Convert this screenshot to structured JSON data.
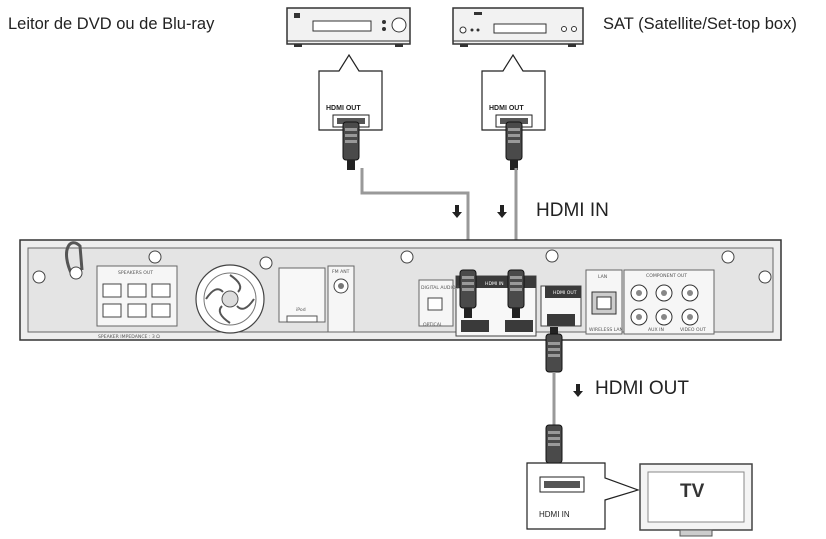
{
  "labels": {
    "source1": "Leitor de DVD ou de Blu-ray",
    "source2": "SAT (Satellite/Set-top box)",
    "callout1": "HDMI OUT",
    "callout2": "HDMI OUT",
    "hdmi_in": "HDMI IN",
    "hdmi_out": "HDMI OUT",
    "tv_callout": "HDMI  IN",
    "tv": "TV"
  },
  "panel": {
    "speakers_out": "SPEAKERS OUT",
    "speaker_impedance": "SPEAKER IMPEDANCE : 3 Ω",
    "ipod": "iPod",
    "fm_ant": "FM ANT",
    "digital_audio_in": "DIGITAL AUDIO IN",
    "optical": "OPTICAL",
    "hdmi_in_port": "HDMI IN",
    "hdmi_out_port": "HDMI OUT",
    "lan": "LAN",
    "wireless_lan": "WIRELESS LAN",
    "component_out": "COMPONENT OUT",
    "aux_in": "AUX IN",
    "video_out": "VIDEO OUT"
  },
  "icons": [
    "arrow-down-icon",
    "hdmi-plug-icon",
    "hdmi-port-icon"
  ]
}
